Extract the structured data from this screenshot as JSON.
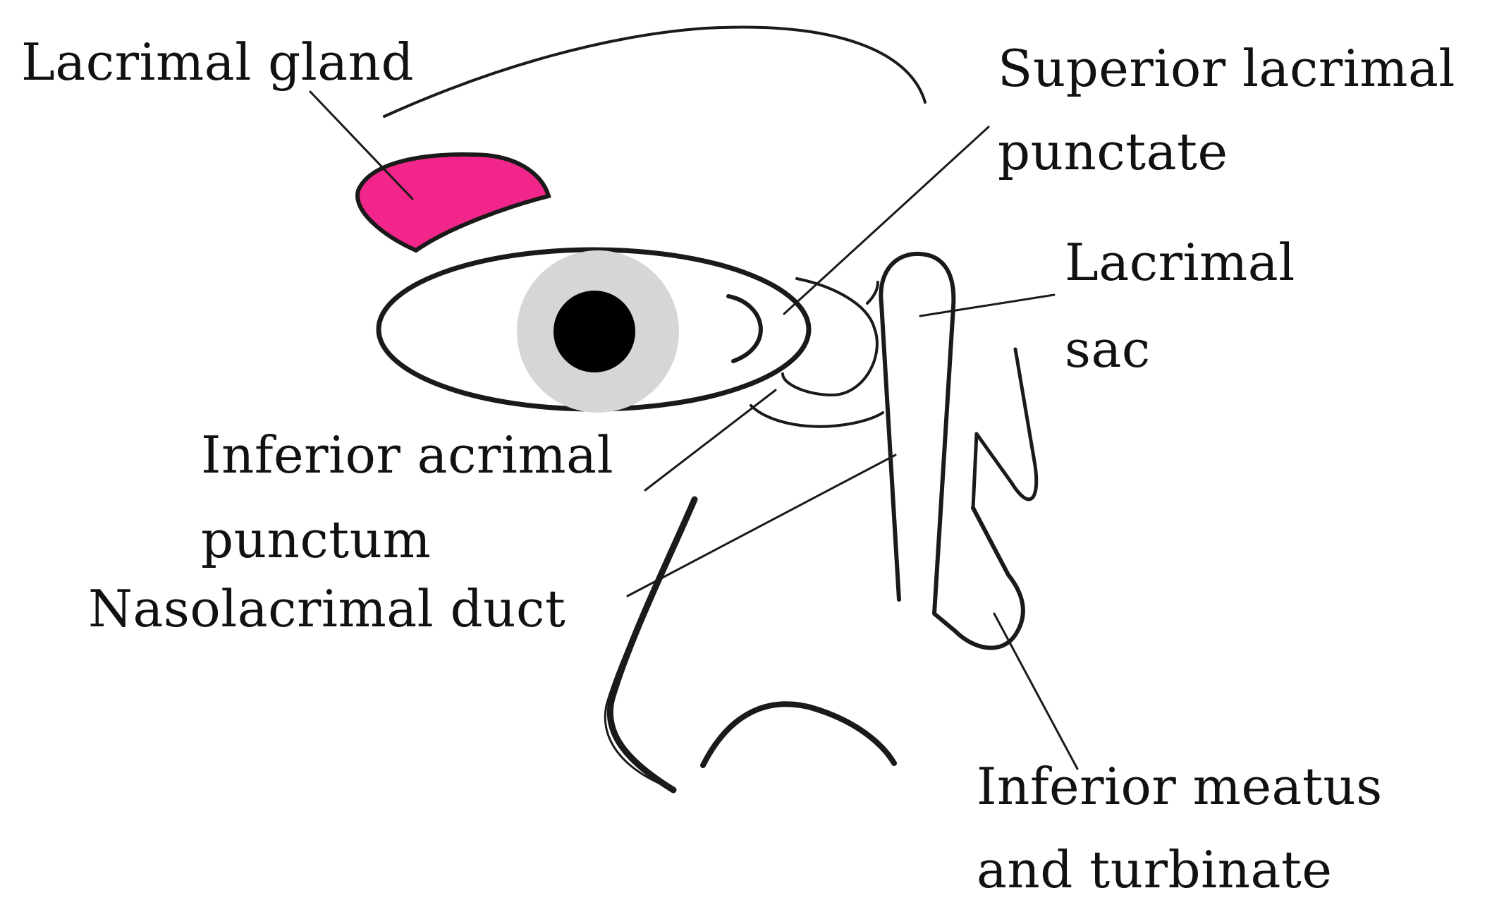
{
  "labels": {
    "lacrimal_gland": "Lacrimal gland",
    "superior_punctate_line1": "Superior lacrimal",
    "superior_punctate_line2": "punctate",
    "lacrimal_sac_line1": "Lacrimal",
    "lacrimal_sac_line2": "sac",
    "inferior_punctum_line1": "Inferior acrimal",
    "inferior_punctum_line2": "punctum",
    "nasolacrimal_duct": "Nasolacrimal duct",
    "inferior_meatus_line1": "Inferior meatus",
    "inferior_meatus_line2": "and turbinate"
  },
  "colors": {
    "gland_fill": "#f2268a",
    "iris": "#d6d6d6",
    "pupil": "#000000",
    "line": "#1a1a1a"
  }
}
